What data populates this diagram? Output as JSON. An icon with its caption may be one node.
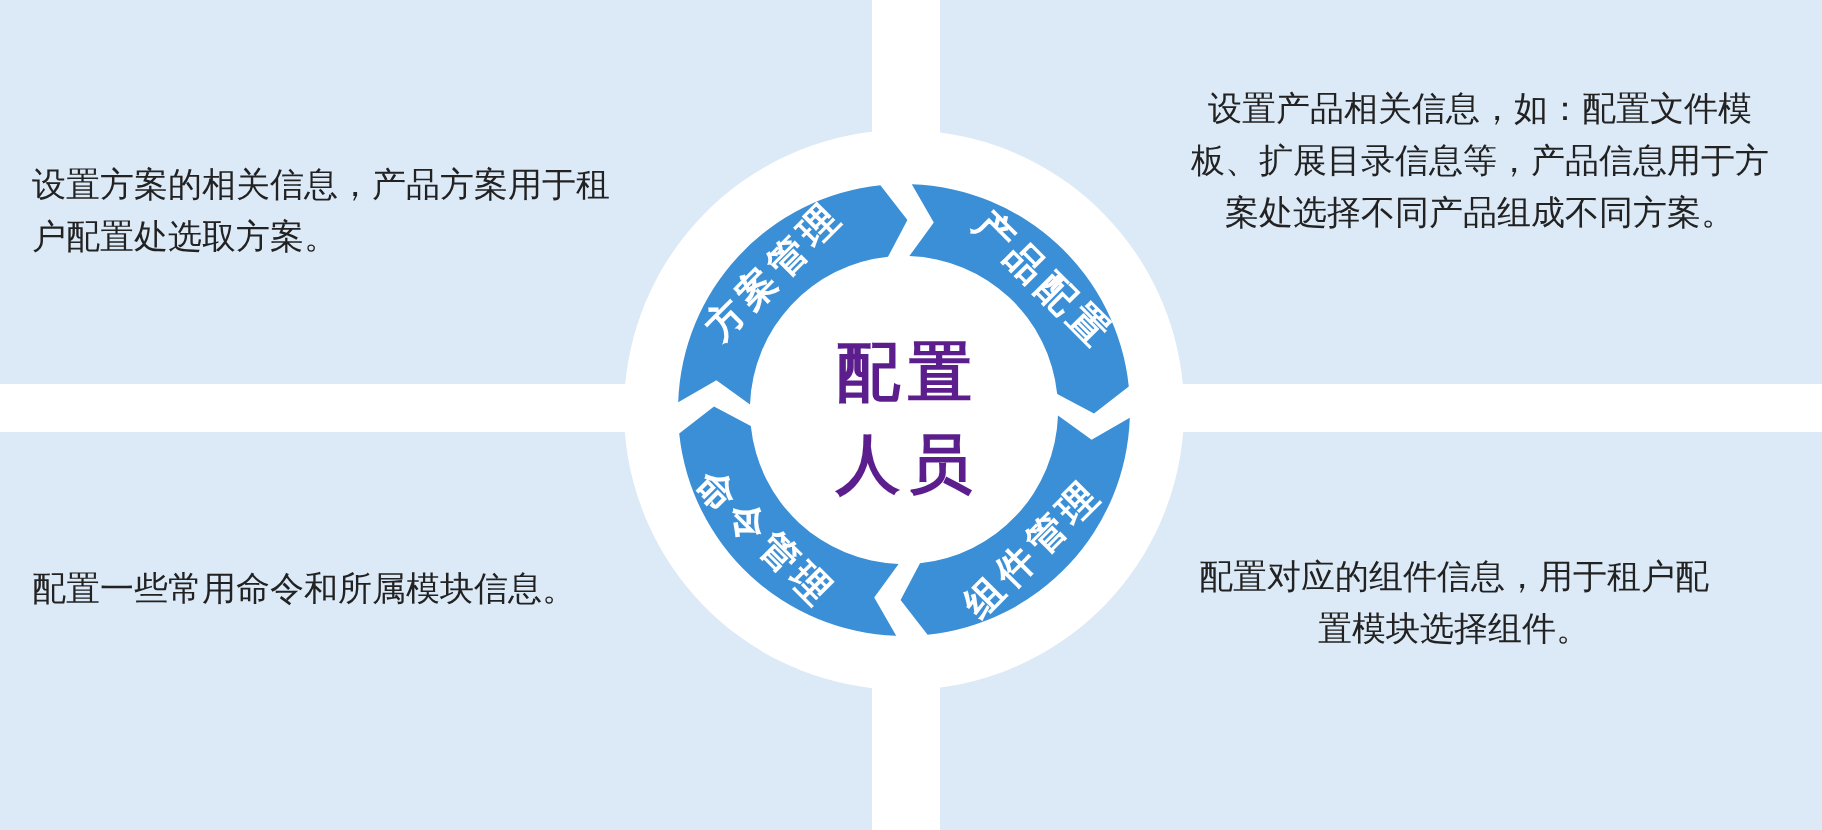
{
  "diagram": {
    "nodes": [
      {
        "text": [
          "设置方案的相关信息，产品方案用于租户配置处选取方案。"
        ]
      },
      {
        "text": [
          "设置产品相关信息，如：配置文件模板、扩展目录信息等，产品信息用于方案处选择不同产品组成不同方案。"
        ]
      },
      {
        "text": [
          "方案管理"
        ]
      },
      {
        "text": [
          "产品配置"
        ]
      },
      {
        "text": [
          "配置人员"
        ]
      },
      {
        "text": [
          "命令管理"
        ]
      },
      {
        "text": [
          "组件管理"
        ]
      },
      {
        "text": [
          "配置一些常用命令和所属模块信息。"
        ]
      },
      {
        "text": [
          "配置对应的组件信息，用于租户配置模块选择组件。"
        ]
      }
    ]
  }
}
